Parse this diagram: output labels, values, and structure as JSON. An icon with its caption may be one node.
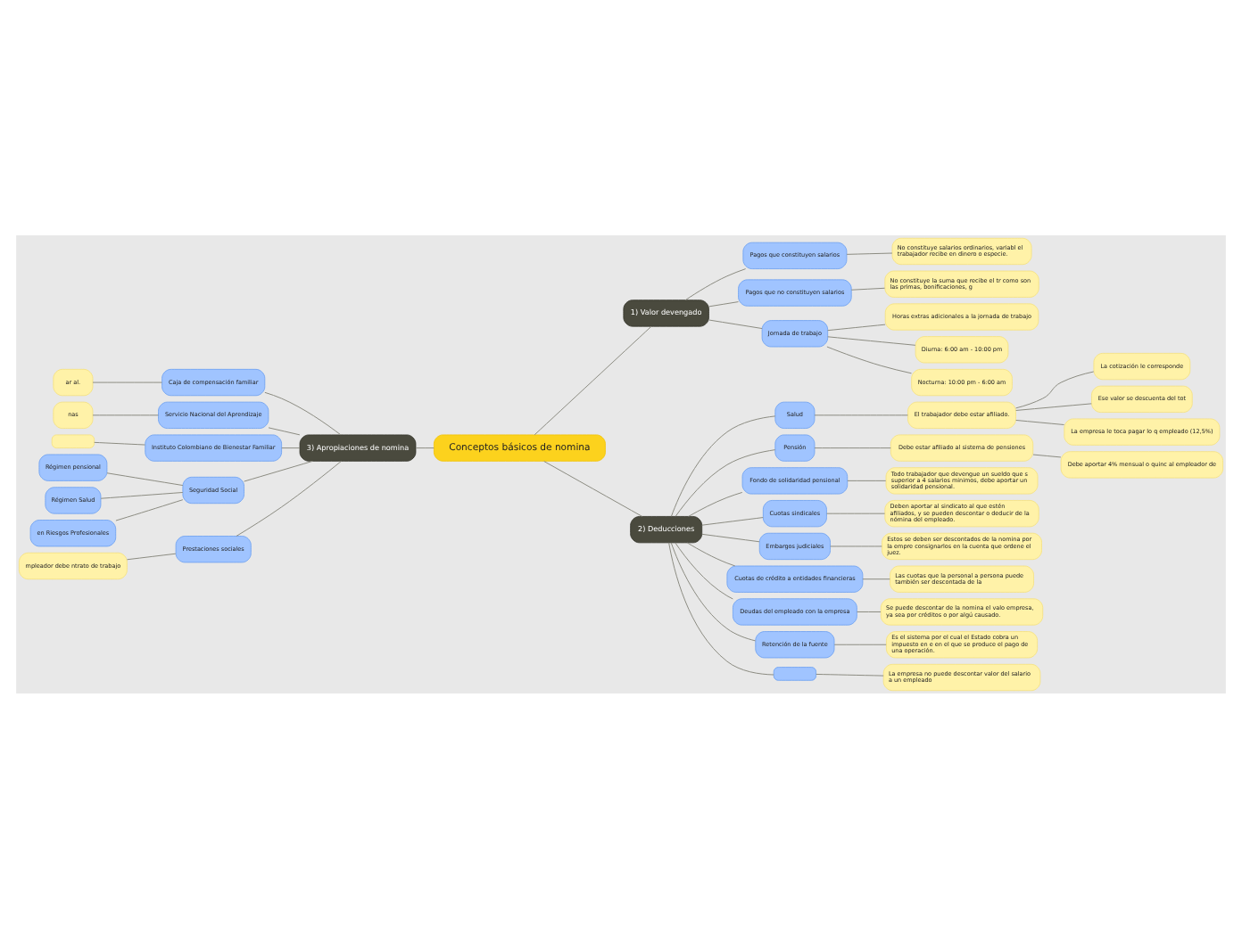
{
  "diagram": {
    "nodes": [
      {
        "text": [
          "Conceptos básicos de nomina"
        ]
      },
      {
        "text": [
          "1) Valor devengado"
        ]
      },
      {
        "text": [
          "Pagos que constituyen salarios"
        ]
      },
      {
        "text": [
          "No constituye salarios ordinarios, variabl el trabajador recibe en dinero o especie."
        ]
      },
      {
        "text": [
          "Pagos que no constituyen salarios"
        ]
      },
      {
        "text": [
          "No constituye la suma que recibe el tr como son las primas, bonificaciones, g"
        ]
      },
      {
        "text": [
          "Jornada de trabajo"
        ]
      },
      {
        "text": [
          "Horas extras adicionales a la jornada de trabajo"
        ]
      },
      {
        "text": [
          "Diurna: 6:00 am - 10:00 pm"
        ]
      },
      {
        "text": [
          "Nocturna: 10:00 pm - 6:00 am"
        ]
      },
      {
        "text": [
          "2) Deducciones"
        ]
      },
      {
        "text": [
          "Salud"
        ]
      },
      {
        "text": [
          "El trabajador debe estar afiliado."
        ]
      },
      {
        "text": [
          "La cotización le corresponde"
        ]
      },
      {
        "text": [
          "Ese valor se descuenta del tot"
        ]
      },
      {
        "text": [
          "La empresa le toca pagar lo q empleado (12,5%)"
        ]
      },
      {
        "text": [
          "Pensión"
        ]
      },
      {
        "text": [
          "Debe estar afiliado al sistema de pensiones"
        ]
      },
      {
        "text": [
          "Debe aportar 4% mensual o quinc al empleador de"
        ]
      },
      {
        "text": [
          "Fondo de solidaridad pensional"
        ]
      },
      {
        "text": [
          "Todo trabajador que devengue un sueldo que s superior a 4 salarios minimos, debe aportar un solidaridad pensional."
        ]
      },
      {
        "text": [
          "Cuotas sindicales"
        ]
      },
      {
        "text": [
          "Deben aportar al sindicato al que estén afiliados, y se pueden descontar o deducir de la nómina del empleado."
        ]
      },
      {
        "text": [
          "Embargos judiciales"
        ]
      },
      {
        "text": [
          "Estos se deben ser descontados de la nomina por la empre consignarlos en la cuenta que ordene el juez."
        ]
      },
      {
        "text": [
          "Cuotas de crédito a entidades financieras"
        ]
      },
      {
        "text": [
          "Las cuotas que la personal a persona puede también ser descontada de la"
        ]
      },
      {
        "text": [
          "Deudas del empleado con la empresa"
        ]
      },
      {
        "text": [
          "Se puede descontar de la nomina el valo empresa, ya sea por créditos o por algú causado."
        ]
      },
      {
        "text": [
          "Retención de la fuente"
        ]
      },
      {
        "text": [
          "Es el sistema por el cual el Estado cobra un impuesto en e en el que se produce el pago de una operación."
        ]
      },
      {
        "text": [],
        "shape": "box"
      },
      {
        "text": [
          "La empresa no puede descontar valor del salario a un empleado"
        ]
      },
      {
        "text": [
          "3) Apropiaciones de nomina"
        ]
      },
      {
        "text": [
          "Caja de compensación familiar"
        ]
      },
      {
        "text": [
          "ar al."
        ]
      },
      {
        "text": [
          "Servicio Nacional del Aprendizaje"
        ]
      },
      {
        "text": [
          "nas"
        ]
      },
      {
        "text": [
          "Instituto Colombiano de Bienestar Familiar"
        ]
      },
      {
        "text": [],
        "shape": "box"
      },
      {
        "text": [
          "Seguridad Social"
        ]
      },
      {
        "text": [
          "Régimen pensional"
        ]
      },
      {
        "text": [
          "Régimen Salud"
        ]
      },
      {
        "text": [
          "en Riesgos Profesionales"
        ]
      },
      {
        "text": [
          "Prestaciones sociales"
        ]
      },
      {
        "text": [
          "mpleador debe ntrato de trabajo"
        ]
      }
    ],
    "edges": [
      {
        "from": 0,
        "to": 1,
        "arrow": "none"
      },
      {
        "from": 1,
        "to": 2,
        "arrow": "none"
      },
      {
        "from": 2,
        "to": 3,
        "arrow": "none"
      },
      {
        "from": 1,
        "to": 4,
        "arrow": "none"
      },
      {
        "from": 4,
        "to": 5,
        "arrow": "none"
      },
      {
        "from": 1,
        "to": 6,
        "arrow": "none"
      },
      {
        "from": 6,
        "to": 7,
        "arrow": "none"
      },
      {
        "from": 6,
        "to": 8,
        "arrow": "none"
      },
      {
        "from": 6,
        "to": 9,
        "arrow": "none"
      },
      {
        "from": 0,
        "to": 10,
        "arrow": "none"
      },
      {
        "from": 10,
        "to": 11,
        "arrow": "none"
      },
      {
        "from": 11,
        "to": 12,
        "arrow": "none"
      },
      {
        "from": 12,
        "to": 13,
        "arrow": "none"
      },
      {
        "from": 12,
        "to": 14,
        "arrow": "none"
      },
      {
        "from": 12,
        "to": 15,
        "arrow": "none"
      },
      {
        "from": 10,
        "to": 16,
        "arrow": "none"
      },
      {
        "from": 16,
        "to": 17,
        "arrow": "none"
      },
      {
        "from": 17,
        "to": 18,
        "arrow": "none"
      },
      {
        "from": 10,
        "to": 19,
        "arrow": "none"
      },
      {
        "from": 19,
        "to": 20,
        "arrow": "none"
      },
      {
        "from": 10,
        "to": 21,
        "arrow": "none"
      },
      {
        "from": 21,
        "to": 22,
        "arrow": "none"
      },
      {
        "from": 10,
        "to": 23,
        "arrow": "none"
      },
      {
        "from": 23,
        "to": 24,
        "arrow": "none"
      },
      {
        "from": 10,
        "to": 25,
        "arrow": "none"
      },
      {
        "from": 25,
        "to": 26,
        "arrow": "none"
      },
      {
        "from": 10,
        "to": 27,
        "arrow": "none"
      },
      {
        "from": 27,
        "to": 28,
        "arrow": "none"
      },
      {
        "from": 10,
        "to": 29,
        "arrow": "none"
      },
      {
        "from": 29,
        "to": 30,
        "arrow": "none"
      },
      {
        "from": 10,
        "to": 31,
        "arrow": "none"
      },
      {
        "from": 31,
        "to": 32,
        "arrow": "none"
      },
      {
        "from": 33,
        "to": 0,
        "arrow": "none"
      },
      {
        "from": 34,
        "to": 33,
        "arrow": "none"
      },
      {
        "from": 35,
        "to": 34,
        "arrow": "none"
      },
      {
        "from": 36,
        "to": 33,
        "arrow": "none"
      },
      {
        "from": 37,
        "to": 36,
        "arrow": "none"
      },
      {
        "from": 38,
        "to": 33,
        "arrow": "none"
      },
      {
        "from": 39,
        "to": 38,
        "arrow": "none"
      },
      {
        "from": 40,
        "to": 33,
        "arrow": "none"
      },
      {
        "from": 41,
        "to": 40,
        "arrow": "none"
      },
      {
        "from": 42,
        "to": 40,
        "arrow": "none"
      },
      {
        "from": 43,
        "to": 40,
        "arrow": "none"
      },
      {
        "from": 44,
        "to": 33,
        "arrow": "none"
      },
      {
        "from": 45,
        "to": 44,
        "arrow": "none"
      }
    ]
  }
}
